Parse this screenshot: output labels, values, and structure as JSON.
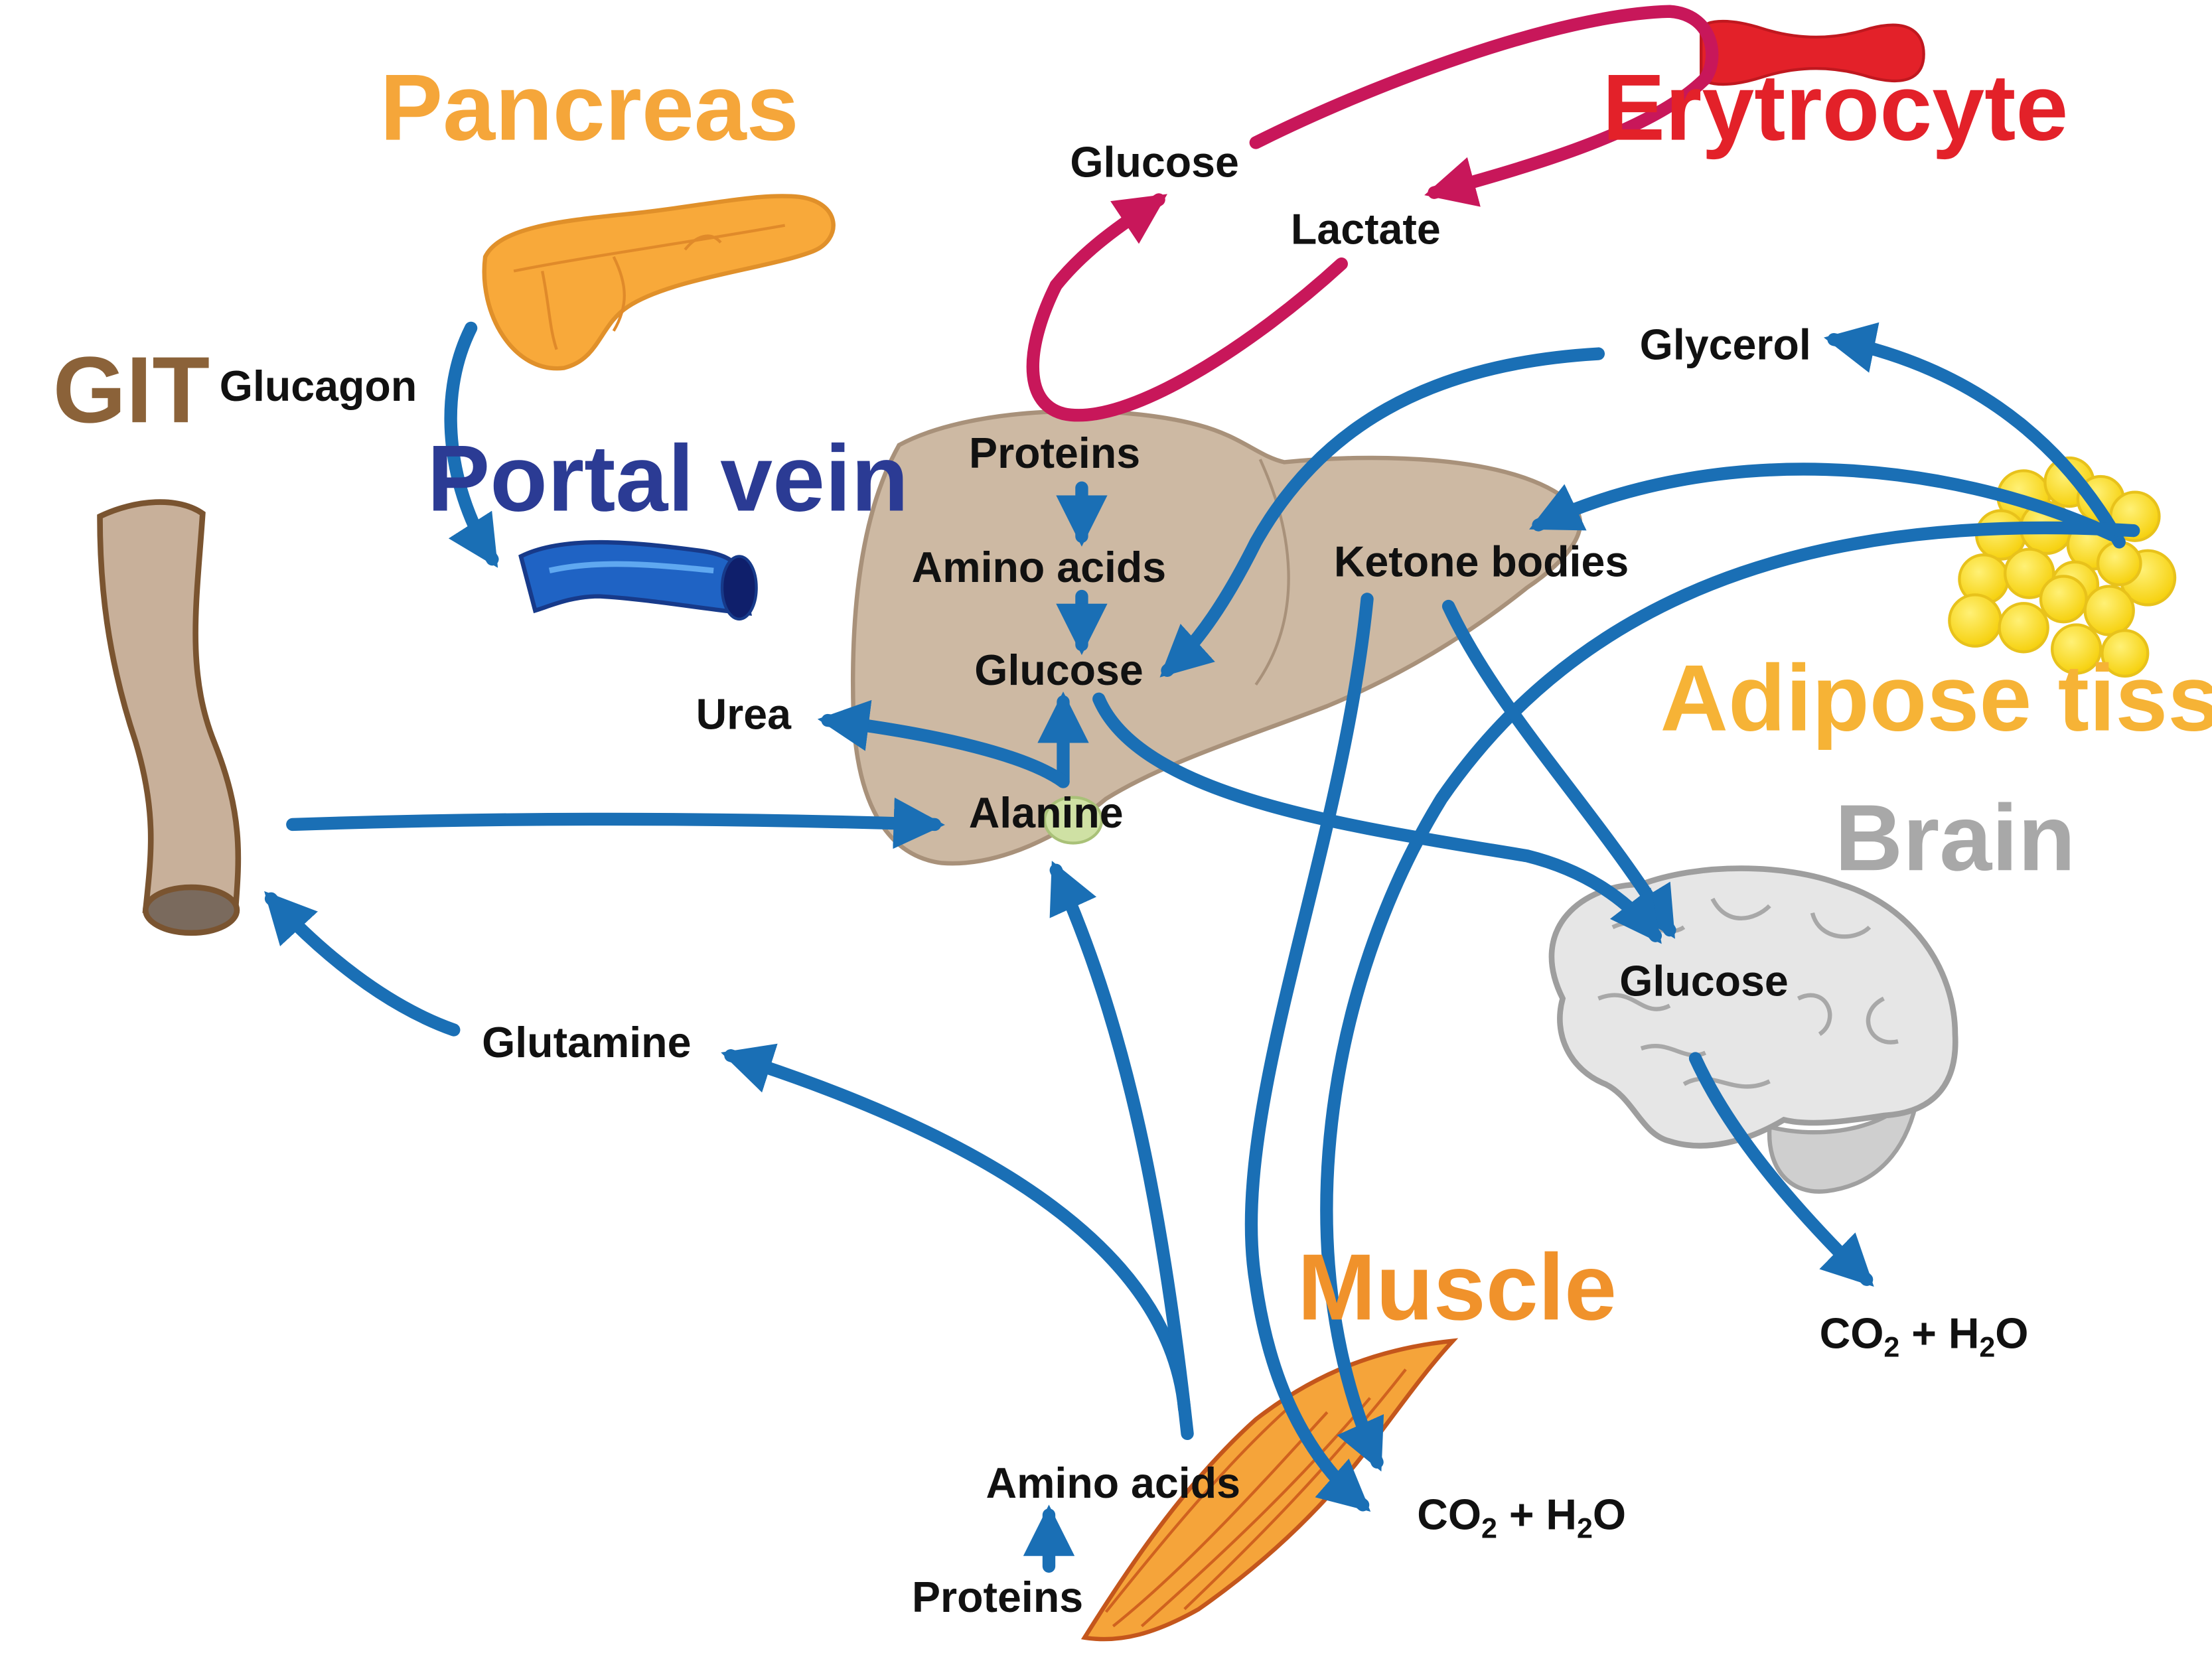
{
  "colors": {
    "flow_blue": "#1a6fb5",
    "lactate_cycle": "#c8175a",
    "pancreas": "#f5a63a",
    "git": "#8b6239",
    "portal_vein": "#2b3b94",
    "erythrocyte": "#e32129",
    "adipose": "#f6b336",
    "brain": "#a8a8a8",
    "muscle": "#f0922b",
    "liver": "#cdb9a3",
    "text": "#111111"
  },
  "organs": {
    "pancreas": "Pancreas",
    "git": "GIT",
    "portal_vein": "Portal vein",
    "erythrocyte": "Erytrocyte",
    "adipose": "Adipose tissue",
    "brain": "Brain",
    "muscle": "Muscle"
  },
  "labels": {
    "glucagon": "Glucagon",
    "rbc_glucose": "Glucose",
    "lactate": "Lactate",
    "glycerol": "Glycerol",
    "liver_proteins": "Proteins",
    "liver_amino_acids": "Amino acids",
    "liver_glucose": "Glucose",
    "ketone_bodies": "Ketone bodies",
    "urea": "Urea",
    "alanine": "Alanine",
    "glutamine": "Glutamine",
    "brain_glucose": "Glucose",
    "brain_co2_prefix": "CO",
    "brain_co2_sub": "2",
    "brain_co2_mid": " + H",
    "brain_h2o_sub": "2",
    "brain_h2o_suffix": "O",
    "muscle_co2_prefix": "CO",
    "muscle_co2_sub": "2",
    "muscle_co2_mid": " + H",
    "muscle_h2o_sub": "2",
    "muscle_h2o_suffix": "O",
    "muscle_amino_acids": "Amino acids",
    "muscle_proteins": "Proteins"
  }
}
